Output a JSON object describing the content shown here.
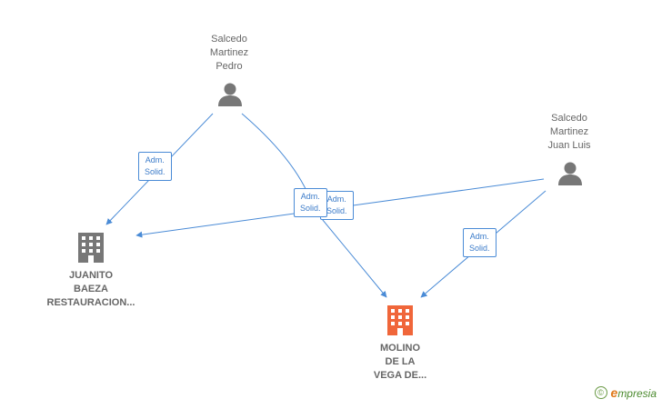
{
  "nodes": {
    "pedro": {
      "lines": [
        "Salcedo",
        "Martinez",
        "Pedro"
      ]
    },
    "juan": {
      "lines": [
        "Salcedo",
        "Martinez",
        "Juan Luis"
      ]
    },
    "juanito": {
      "lines": [
        "JUANITO",
        "BAEZA",
        "RESTAURACION..."
      ]
    },
    "molino": {
      "lines": [
        "MOLINO",
        "DE LA",
        "VEGA DE..."
      ]
    }
  },
  "edges": {
    "e1": {
      "line1": "Adm.",
      "line2": "Solid."
    },
    "e2": {
      "line1": "Adm.",
      "line2": "Solid."
    },
    "e3": {
      "line1": "Adm.",
      "line2": "Solid."
    },
    "e4": {
      "line1": "Adm.",
      "line2": "Solid."
    }
  },
  "brand": {
    "copyright": "©",
    "initial": "e",
    "name": "mpresia"
  },
  "colors": {
    "edge": "#4a8bd6",
    "person": "#777777",
    "company_gray": "#777777",
    "company_highlight": "#f0663a"
  }
}
